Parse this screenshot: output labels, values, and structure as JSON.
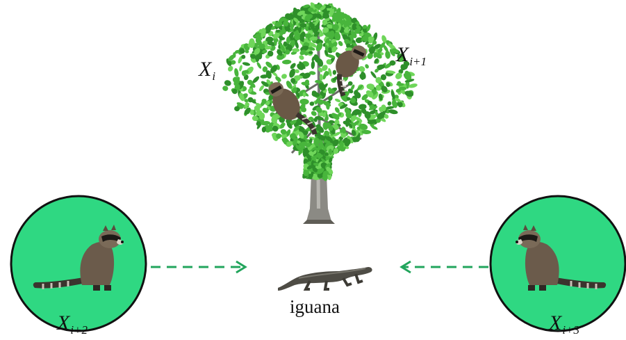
{
  "labels": {
    "xi": {
      "base": "X",
      "sub": "i"
    },
    "xi1": {
      "base": "X",
      "sub": "i+1"
    },
    "xi2": {
      "base": "X",
      "sub": "i+2"
    },
    "xi3": {
      "base": "X",
      "sub": "i+3"
    }
  },
  "prey_label": "iguana",
  "colors": {
    "circle_fill": "#2fd882",
    "circle_stroke": "#111111",
    "arrow": "#22a55c",
    "foliage_dark": "#2e8f2a",
    "foliage_light": "#6fd65a",
    "trunk": "#8a8a86",
    "raccoon": "#6a5a4a"
  },
  "icons": [
    "tree-icon",
    "raccoon-icon",
    "iguana-icon",
    "dashed-arrow-icon"
  ]
}
